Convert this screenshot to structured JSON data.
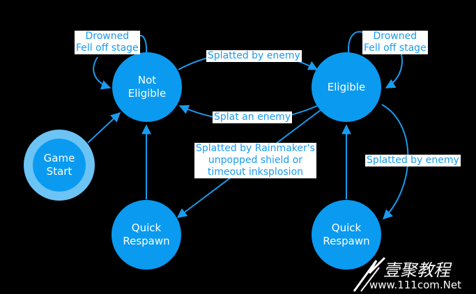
{
  "colors": {
    "node_fill": "#0a9bf0",
    "start_ring": "#6cc4f5",
    "edge": "#1a9bf0",
    "label_bg": "#ffffff",
    "label_text": "#1a9bf0",
    "background": "#000000"
  },
  "nodes": {
    "not_eligible": {
      "line1": "Not",
      "line2": "Eligible"
    },
    "eligible": {
      "line1": "Eligible"
    },
    "game_start": {
      "line1": "Game",
      "line2": "Start"
    },
    "quick_respawn_left": {
      "line1": "Quick",
      "line2": "Respawn"
    },
    "quick_respawn_right": {
      "line1": "Quick",
      "line2": "Respawn"
    }
  },
  "edges": {
    "not_eligible_self": {
      "line1": "Drowned",
      "line2": "Fell off stage"
    },
    "eligible_self": {
      "line1": "Drowned",
      "line2": "Fell off stage"
    },
    "splatted_by_enemy_top": "Splatted by enemy",
    "splat_an_enemy": "Splat an enemy",
    "rainmaker": {
      "line1": "Splatted by Rainmaker's",
      "line2": "unpopped shield or",
      "line3": "timeout inksplosion"
    },
    "splatted_by_enemy_right": "Splatted by enemy"
  },
  "watermark": {
    "site": "壹聚教程",
    "url": "www.111com.Net"
  }
}
